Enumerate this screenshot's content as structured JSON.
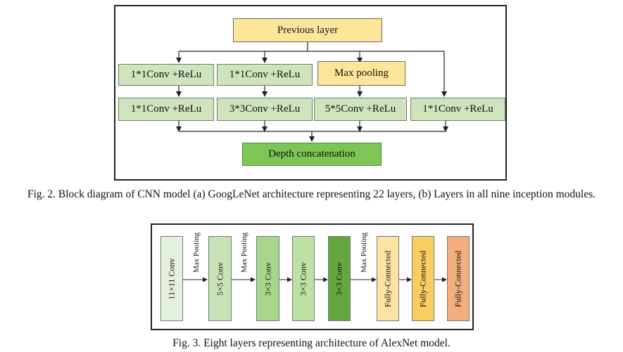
{
  "fig2": {
    "blocks": {
      "previous_layer": "Previous layer",
      "b1_row1": "1*1Conv +ReLu",
      "b2_row1": "1*1Conv +ReLu",
      "b3_row1": "Max pooling",
      "b1_row2": "1*1Conv +ReLu",
      "b2_row2": "3*3Conv +ReLu",
      "b3_row2": "5*5Conv +ReLu",
      "b4_row2": "1*1Conv +ReLu",
      "depth_concat": "Depth concatenation"
    },
    "colors": {
      "yellow": "#fde59a",
      "light_green": "#cde4bd",
      "dark_green": "#7cc655"
    },
    "caption": "Fig. 2. Block diagram of CNN model (a) GoogLeNet architecture representing 22 layers, (b) Layers in all nine inception modules."
  },
  "fig3": {
    "layers": [
      {
        "label": "11×11 Conv",
        "color": "#e4f0dc"
      },
      {
        "label": "5×5 Conv",
        "color": "#c8e2b8"
      },
      {
        "label": "3×3 Conv",
        "color": "#a9d48c"
      },
      {
        "label": "3×3 Conv",
        "color": "#bde0a4"
      },
      {
        "label": "3×3 Conv",
        "color": "#62a83e"
      },
      {
        "label": "Fully-Connected",
        "color": "#fde3a2"
      },
      {
        "label": "Fully-Connected",
        "color": "#f8cd62"
      },
      {
        "label": "Fully-Connected",
        "color": "#f4ad7e"
      }
    ],
    "max_pooling": [
      "Max Pooling",
      "Max Pooling",
      "Max Pooling"
    ],
    "caption": "Fig. 3. Eight layers representing architecture of AlexNet model."
  }
}
